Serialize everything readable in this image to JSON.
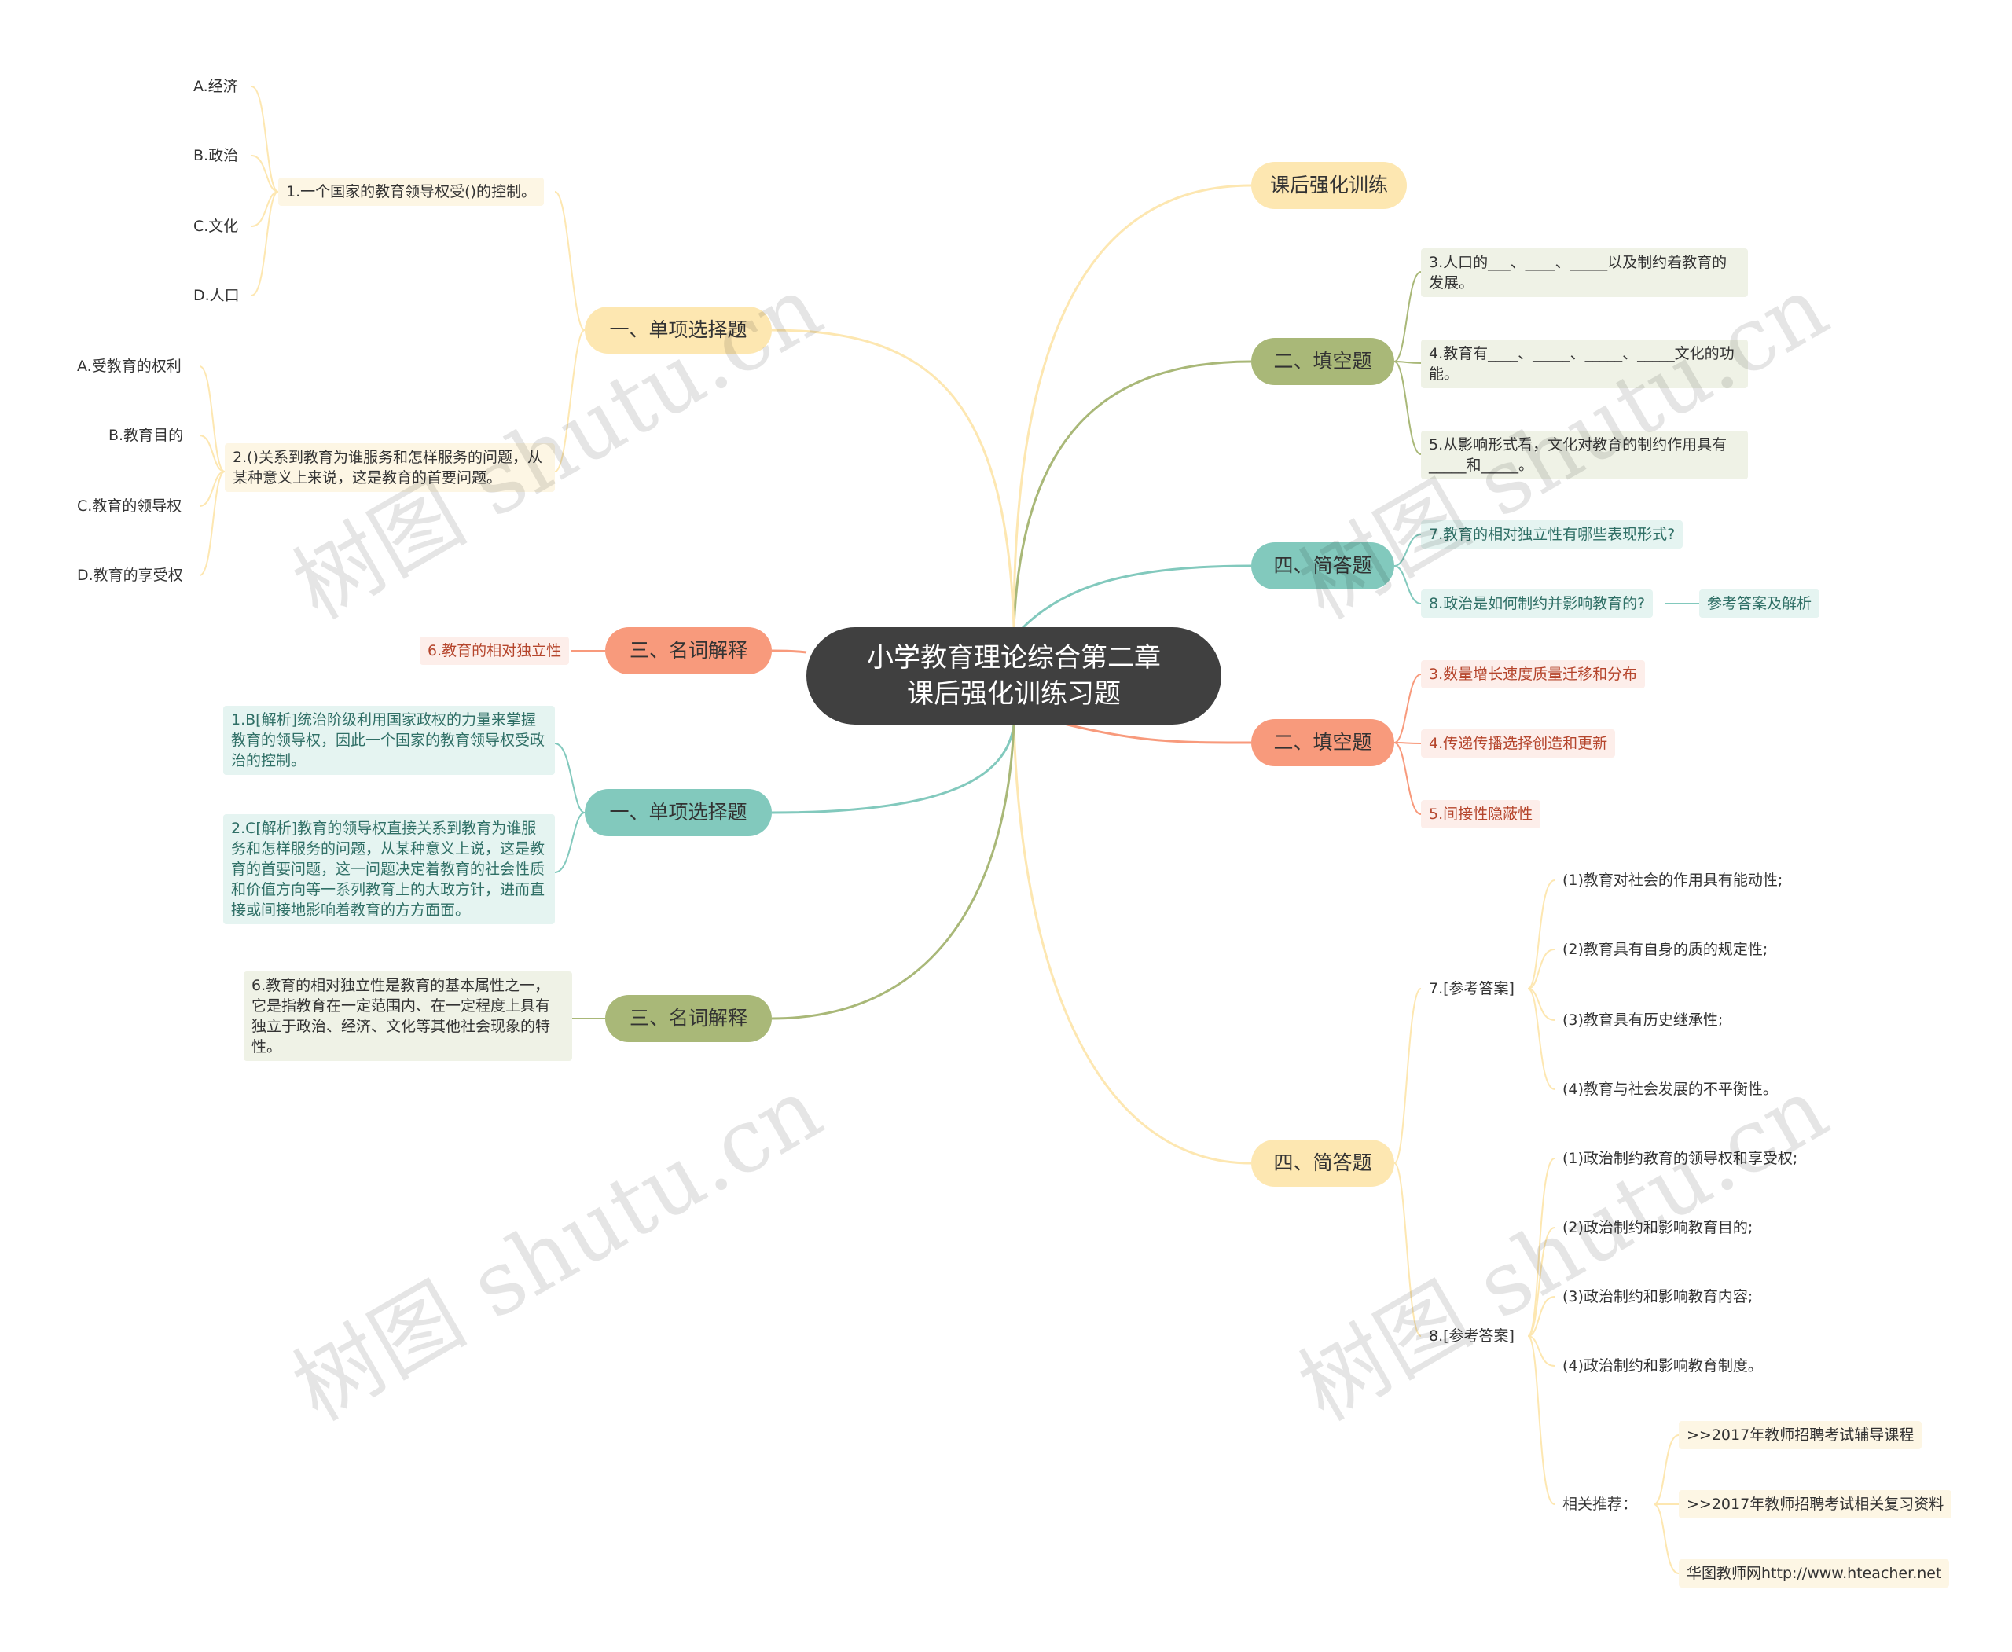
{
  "center": {
    "line1": "小学教育理论综合第二章",
    "line2": "课后强化训练习题"
  },
  "branches": {
    "r_title": "课后强化训练",
    "r_fill_q": "二、填空题",
    "r_short_q": "四、简答题",
    "r_fill_a": "二、填空题",
    "r_short_a": "四、简答题",
    "l_choice_q": "一、单项选择题",
    "l_term_q": "三、名词解释",
    "l_choice_a": "一、单项选择题",
    "l_term_a": "三、名词解释"
  },
  "choice_q": {
    "q1": "1.一个国家的教育领导权受()的控制。",
    "q1_opts": [
      "A.经济",
      "B.政治",
      "C.文化",
      "D.人口"
    ],
    "q2": "2.()关系到教育为谁服务和怎样服务的问题，从某种意义上来说，这是教育的首要问题。",
    "q2_opts": [
      "A.受教育的权利",
      "B.教育目的",
      "C.教育的领导权",
      "D.教育的享受权"
    ]
  },
  "term_q": "6.教育的相对独立性",
  "choice_a": {
    "a1": "1.B[解析]统治阶级利用国家政权的力量来掌握教育的领导权，因此一个国家的教育领导权受政治的控制。",
    "a2": "2.C[解析]教育的领导权直接关系到教育为谁服务和怎样服务的问题，从某种意义上说，这是教育的首要问题，这一问题决定着教育的社会性质和价值方向等一系列教育上的大政方针，进而直接或间接地影响着教育的方方面面。"
  },
  "term_a": "6.教育的相对独立性是教育的基本属性之一，它是指教育在一定范围内、在一定程度上具有独立于政治、经济、文化等其他社会现象的特性。",
  "fill_q": [
    "3.人口的___、____、_____以及制约着教育的发展。",
    "4.教育有____、_____、_____、_____文化的功能。",
    "5.从影响形式看，文化对教育的制约作用具有_____和_____。"
  ],
  "short_q": {
    "q7": "7.教育的相对独立性有哪些表现形式?",
    "q8": "8.政治是如何制约并影响教育的?",
    "ref": "参考答案及解析"
  },
  "fill_a": [
    "3.数量增长速度质量迁移和分布",
    "4.传递传播选择创造和更新",
    "5.间接性隐蔽性"
  ],
  "short_a": {
    "a7": "7.[参考答案]",
    "a7_items": [
      "(1)教育对社会的作用具有能动性;",
      "(2)教育具有自身的质的规定性;",
      "(3)教育具有历史继承性;",
      "(4)教育与社会发展的不平衡性。"
    ],
    "a8": "8.[参考答案]",
    "a8_items": [
      "(1)政治制约教育的领导权和享受权;",
      "(2)政治制约和影响教育目的;",
      "(3)政治制约和影响教育内容;",
      "(4)政治制约和影响教育制度。"
    ],
    "rec": "相关推荐：",
    "rec_items": [
      ">>2017年教师招聘考试辅导课程",
      ">>2017年教师招聘考试相关复习资料",
      "华图教师网http://www.hteacher.net"
    ]
  },
  "watermark": "树图 shutu.cn",
  "colors": {
    "yellow": "#fde7b1",
    "green": "#a9b878",
    "teal": "#82c9bd",
    "orange": "#f89a7c",
    "center": "#404040"
  }
}
